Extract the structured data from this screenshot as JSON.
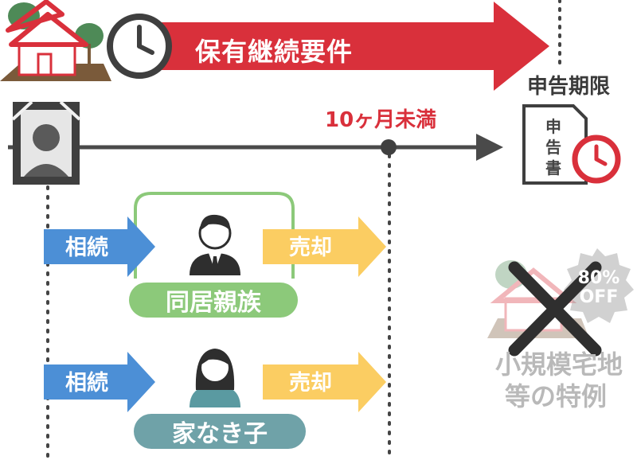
{
  "diagram": {
    "holding_requirement_label": "保有継続要件",
    "deadline_label": "申告期限",
    "period_label": "10ヶ月未満",
    "return_doc_label": "申告書",
    "cohabiting": {
      "inherit_label": "相続",
      "sell_label": "売却",
      "relative_label": "同居親族"
    },
    "homeless": {
      "inherit_label": "相続",
      "sell_label": "売却",
      "relative_label": "家なき子"
    },
    "special_rule_line1": "小規模宅地",
    "special_rule_line2": "等の特例",
    "discount_line1": "80%",
    "discount_line2": "OFF"
  },
  "colors": {
    "red": "#d9303b",
    "blue": "#4c8fd6",
    "yellow": "#fbcd62",
    "green": "#8cc97a",
    "teal": "#6fa2a8",
    "gray": "#3f3f3f"
  }
}
